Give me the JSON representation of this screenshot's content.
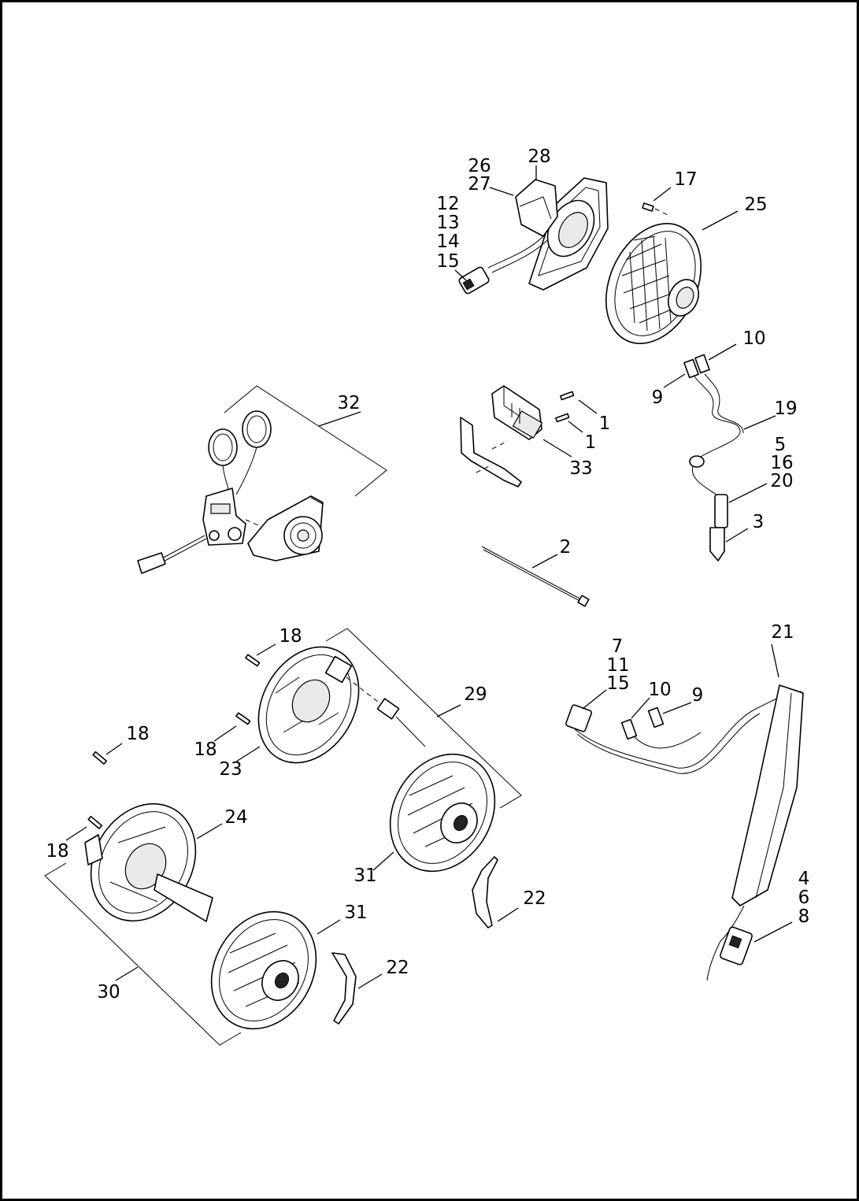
{
  "diagram": {
    "callouts": {
      "c1a": "1",
      "c1b": "1",
      "c2": "2",
      "c3": "3",
      "c5": "5",
      "c16": "16",
      "c20": "20",
      "c4": "4",
      "c6": "6",
      "c8": "8",
      "c7": "7",
      "c11": "11",
      "c15b": "15",
      "c9a": "9",
      "c9b": "9",
      "c10a": "10",
      "c10b": "10",
      "c12": "12",
      "c13": "13",
      "c14": "14",
      "c15a": "15",
      "c17": "17",
      "c18a": "18",
      "c18b": "18",
      "c18c": "18",
      "c18d": "18",
      "c19": "19",
      "c21": "21",
      "c22a": "22",
      "c22b": "22",
      "c23": "23",
      "c24": "24",
      "c25": "25",
      "c26": "26",
      "c27": "27",
      "c28": "28",
      "c29": "29",
      "c30": "30",
      "c31a": "31",
      "c31b": "31",
      "c32": "32",
      "c33": "33"
    }
  }
}
